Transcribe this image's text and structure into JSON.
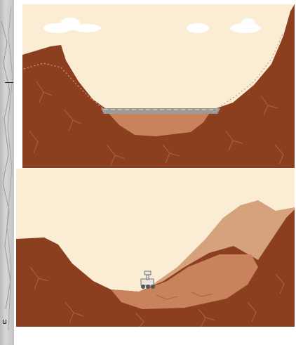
{
  "figure": {
    "panels": [
      {
        "id": "top",
        "depicts": "crater-with-lake",
        "sky_color": "#fbecd4",
        "ground_color": "#8b3f1f",
        "lake_color": "#9c9a96",
        "sediment_color": "#c8835c",
        "cloud_color": "#ffffff"
      },
      {
        "id": "bottom",
        "depicts": "crater-with-rover",
        "sky_color": "#fbecd4",
        "ground_color": "#8b3f1f",
        "mound_color": "#d6a27e",
        "sediment_color": "#c8835c"
      }
    ],
    "left_strip_label": "u"
  }
}
